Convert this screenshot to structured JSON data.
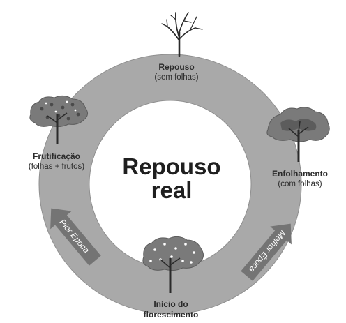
{
  "center": {
    "line1": "Repouso",
    "line2": "real"
  },
  "stages": [
    {
      "id": "repouso",
      "title": "Repouso",
      "subtitle": "(sem folhas)",
      "tree": "bare-tree-icon"
    },
    {
      "id": "enfolhamento",
      "title": "Enfolhamento",
      "subtitle": "(com folhas)",
      "tree": "leafy-tree-icon"
    },
    {
      "id": "florescimento",
      "title": "Início do",
      "subtitle": "florescimento",
      "tree": "flowering-tree-icon"
    },
    {
      "id": "frutificacao",
      "title": "Frutificação",
      "subtitle": "(folhas + frutos)",
      "tree": "fruiting-tree-icon"
    }
  ],
  "arrows": [
    {
      "id": "melhor",
      "label": "Melhor Época",
      "direction": "clockwise"
    },
    {
      "id": "pior",
      "label": "Pior Época",
      "direction": "clockwise"
    }
  ],
  "colors": {
    "ring": "#a9a9a9",
    "ring_edge": "#8f8f8f",
    "arrow": "#747474",
    "canopy": "#7a7a7a",
    "canopy_dark": "#5c5c5c",
    "trunk": "#2a2a2a"
  }
}
